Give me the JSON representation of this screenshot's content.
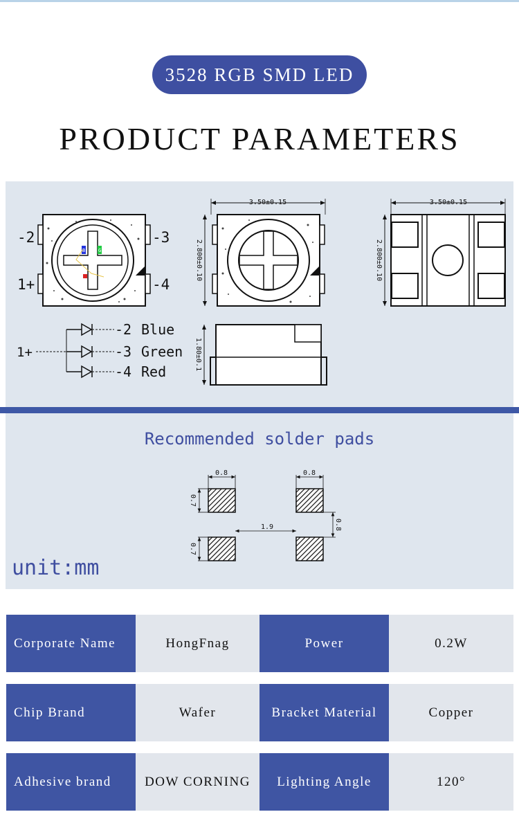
{
  "badge": {
    "label": "3528 RGB SMD LED"
  },
  "heading": "PRODUCT PARAMETERS",
  "diagram": {
    "pins": {
      "p2": "-2",
      "p3": "-3",
      "p1": "1+",
      "p4": "-4"
    },
    "chip_labels": {
      "blue": "B",
      "green": "G"
    },
    "dims": {
      "width": "3.50±0.15",
      "height": "2.800±0.10",
      "thickness": "1.80±0.1"
    },
    "circuit": {
      "common": "1+",
      "lines": [
        {
          "pin": "-2",
          "color": "Blue"
        },
        {
          "pin": "-3",
          "color": "Green"
        },
        {
          "pin": "-4",
          "color": "Red"
        }
      ]
    }
  },
  "pads": {
    "title": "Recommended solder pads",
    "pad_width": "0.8",
    "pad_height": "0.7",
    "pitch": "1.9",
    "gap": "0.8"
  },
  "unit": "unit:mm",
  "params": [
    {
      "k1": "Corporate Name",
      "v1": "HongFnag",
      "k2": "Power",
      "v2": "0.2W"
    },
    {
      "k1": "Chip Brand",
      "v1": "Wafer",
      "k2": "Bracket Material",
      "v2": "Copper"
    },
    {
      "k1": "Adhesive brand",
      "v1": "DOW CORNING",
      "k2": "Lighting Angle",
      "v2": "120°"
    }
  ]
}
